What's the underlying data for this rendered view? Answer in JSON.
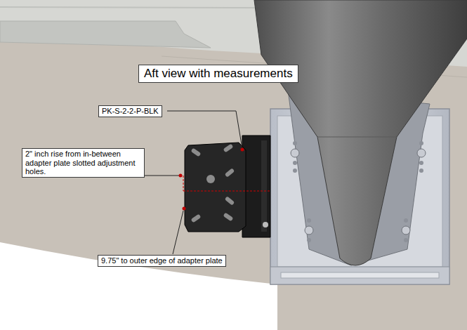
{
  "diagram": {
    "title": "Aft view with measurements",
    "nodes": [
      {
        "text": [
          "PK-S-2-2-P-BLK"
        ]
      },
      {
        "text": [
          "2\" inch rise from in-between adapter plate slotted adjustment holes."
        ]
      },
      {
        "text": [
          "9.75\" to outer edge of adapter plate"
        ]
      }
    ]
  }
}
